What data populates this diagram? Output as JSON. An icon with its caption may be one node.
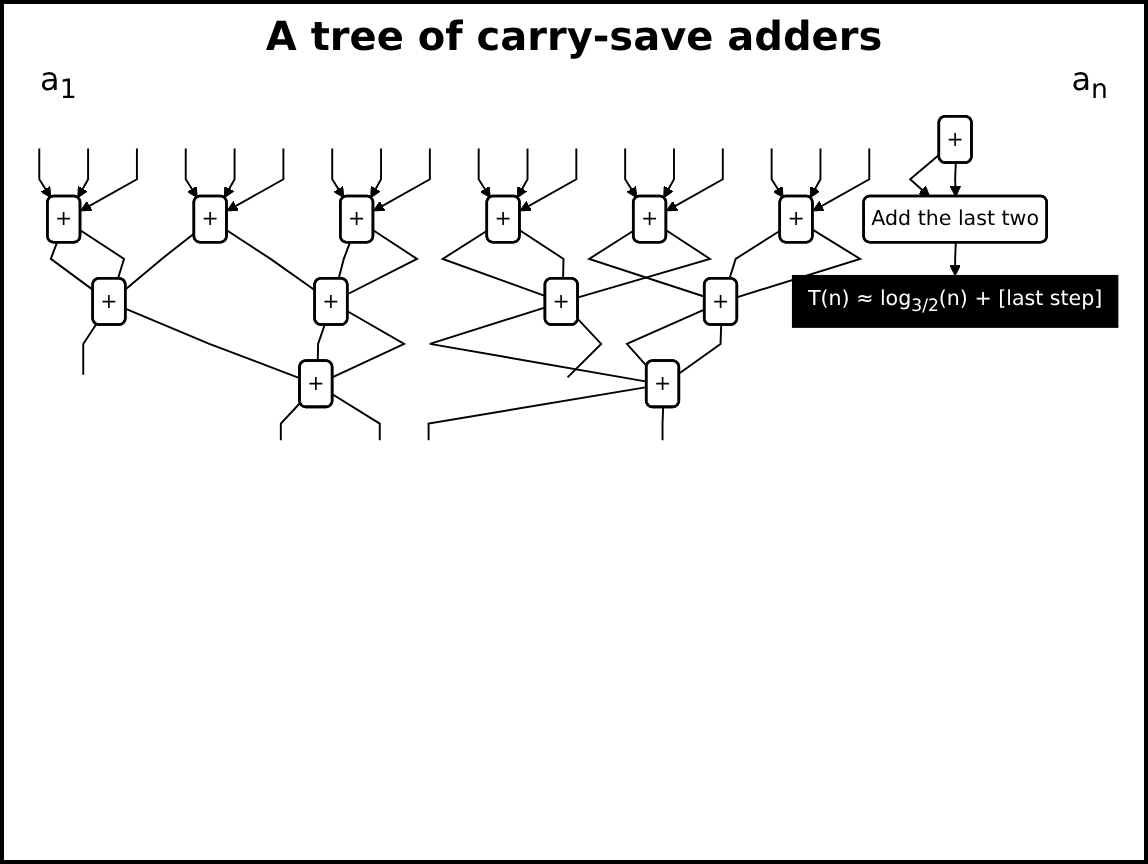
{
  "diagram": {
    "title": "A tree of carry-save adders",
    "nodes": [
      {
        "text": [
          "+"
        ]
      },
      {
        "text": [
          "+"
        ]
      },
      {
        "text": [
          "+"
        ]
      },
      {
        "text": [
          "+"
        ]
      },
      {
        "text": [
          "+"
        ]
      },
      {
        "text": [
          "+"
        ]
      },
      {
        "text": [
          "+"
        ]
      },
      {
        "text": [
          "+"
        ]
      },
      {
        "text": [
          "+"
        ]
      },
      {
        "text": [
          "+"
        ]
      },
      {
        "text": [
          "+"
        ]
      },
      {
        "text": [
          "+"
        ]
      },
      {
        "text": [
          "+"
        ]
      },
      {
        "text": [
          "Add the last two"
        ]
      },
      {
        "text": [
          "T(n) ≈ log$_{3/2}$(n) + [last step]"
        ]
      }
    ],
    "edges": [
      {
        "from": null,
        "to": 0,
        "arrow": "to"
      },
      {
        "from": null,
        "to": 0,
        "arrow": "to"
      },
      {
        "from": null,
        "to": 0,
        "arrow": "to"
      },
      {
        "from": null,
        "to": 1,
        "arrow": "to"
      },
      {
        "from": null,
        "to": 1,
        "arrow": "to"
      },
      {
        "from": null,
        "to": 1,
        "arrow": "to"
      },
      {
        "from": null,
        "to": 2,
        "arrow": "to"
      },
      {
        "from": null,
        "to": 2,
        "arrow": "to"
      },
      {
        "from": null,
        "to": 2,
        "arrow": "to"
      },
      {
        "from": null,
        "to": 3,
        "arrow": "to"
      },
      {
        "from": null,
        "to": 3,
        "arrow": "to"
      },
      {
        "from": null,
        "to": 3,
        "arrow": "to"
      },
      {
        "from": null,
        "to": 4,
        "arrow": "to"
      },
      {
        "from": null,
        "to": 4,
        "arrow": "to"
      },
      {
        "from": null,
        "to": 4,
        "arrow": "to"
      },
      {
        "from": null,
        "to": 5,
        "arrow": "to"
      },
      {
        "from": null,
        "to": 5,
        "arrow": "to"
      },
      {
        "from": null,
        "to": 5,
        "arrow": "to"
      },
      {
        "from": 0,
        "to": 6,
        "arrow": "none"
      },
      {
        "from": 0,
        "to": 6,
        "arrow": "none"
      },
      {
        "from": 1,
        "to": 6,
        "arrow": "none"
      },
      {
        "from": 1,
        "to": 7,
        "arrow": "none"
      },
      {
        "from": 2,
        "to": 7,
        "arrow": "none"
      },
      {
        "from": 2,
        "to": 7,
        "arrow": "none"
      },
      {
        "from": 6,
        "to": 10,
        "arrow": "none"
      },
      {
        "from": 6,
        "to": 10,
        "arrow": "none"
      },
      {
        "from": 7,
        "to": 10,
        "arrow": "none"
      },
      {
        "from": 7,
        "to": null,
        "arrow": "none"
      },
      {
        "from": 10,
        "to": null,
        "arrow": "none"
      },
      {
        "from": 10,
        "to": null,
        "arrow": "none"
      },
      {
        "from": 3,
        "to": 8,
        "arrow": "none"
      },
      {
        "from": 3,
        "to": 8,
        "arrow": "none"
      },
      {
        "from": 4,
        "to": 8,
        "arrow": "none"
      },
      {
        "from": 4,
        "to": 9,
        "arrow": "none"
      },
      {
        "from": 5,
        "to": 9,
        "arrow": "none"
      },
      {
        "from": 5,
        "to": 9,
        "arrow": "none"
      },
      {
        "from": 8,
        "to": null,
        "arrow": "none"
      },
      {
        "from": 8,
        "to": 11,
        "arrow": "none"
      },
      {
        "from": 9,
        "to": 11,
        "arrow": "none"
      },
      {
        "from": 9,
        "to": 11,
        "arrow": "none"
      },
      {
        "from": 11,
        "to": null,
        "arrow": "none"
      },
      {
        "from": 11,
        "to": null,
        "arrow": "none"
      },
      {
        "from": 12,
        "to": 13,
        "arrow": "to"
      },
      {
        "from": 12,
        "to": 13,
        "arrow": "to"
      },
      {
        "from": 13,
        "to": 14,
        "arrow": "to"
      }
    ],
    "labels": [
      "a$_{1}$",
      "a$_{n}$"
    ]
  }
}
